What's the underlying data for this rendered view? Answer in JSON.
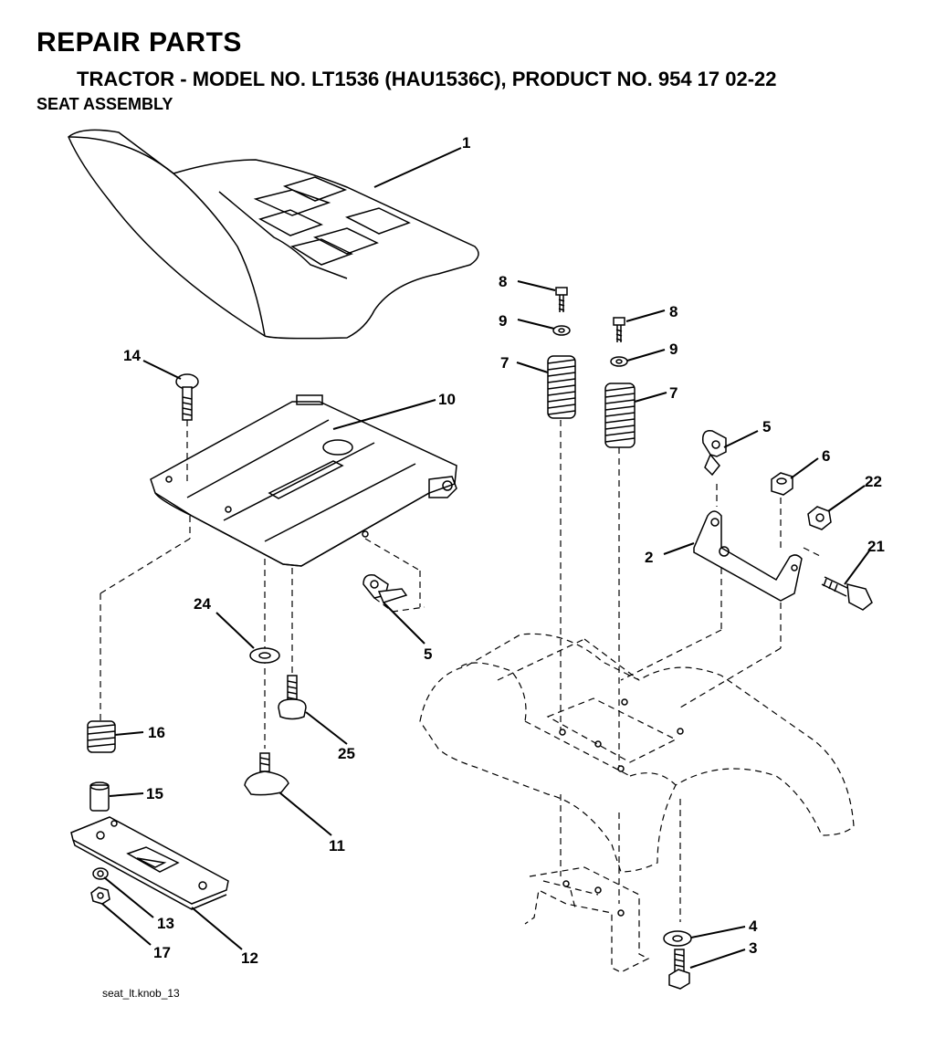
{
  "header": {
    "title": "REPAIR PARTS",
    "subtitle": "TRACTOR - MODEL NO. LT1536 (HAU1536C), PRODUCT NO. 954 17 02-22",
    "section": "SEAT ASSEMBLY"
  },
  "callouts": [
    {
      "id": "c1",
      "label": "1"
    },
    {
      "id": "c8a",
      "label": "8"
    },
    {
      "id": "c8b",
      "label": "8"
    },
    {
      "id": "c9a",
      "label": "9"
    },
    {
      "id": "c9b",
      "label": "9"
    },
    {
      "id": "c7a",
      "label": "7"
    },
    {
      "id": "c7b",
      "label": "7"
    },
    {
      "id": "c14",
      "label": "14"
    },
    {
      "id": "c10",
      "label": "10"
    },
    {
      "id": "c5a",
      "label": "5"
    },
    {
      "id": "c5b",
      "label": "5"
    },
    {
      "id": "c6",
      "label": "6"
    },
    {
      "id": "c22",
      "label": "22"
    },
    {
      "id": "c2",
      "label": "2"
    },
    {
      "id": "c21",
      "label": "21"
    },
    {
      "id": "c24",
      "label": "24"
    },
    {
      "id": "c25",
      "label": "25"
    },
    {
      "id": "c16",
      "label": "16"
    },
    {
      "id": "c15",
      "label": "15"
    },
    {
      "id": "c11",
      "label": "11"
    },
    {
      "id": "c13",
      "label": "13"
    },
    {
      "id": "c17",
      "label": "17"
    },
    {
      "id": "c12",
      "label": "12"
    },
    {
      "id": "c4",
      "label": "4"
    },
    {
      "id": "c3",
      "label": "3"
    }
  ],
  "caption": "seat_lt.knob_13"
}
